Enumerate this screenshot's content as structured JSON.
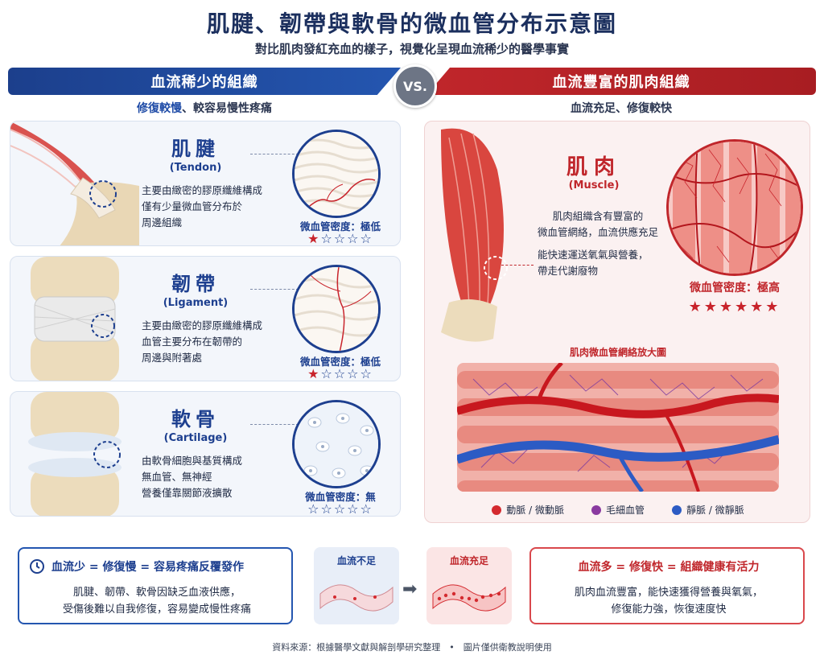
{
  "title": "肌腱、韌帶與軟骨的微血管分布示意圖",
  "subtitle": "對比肌肉發紅充血的樣子，視覺化呈現血流稀少的醫學事實",
  "left_banner": {
    "title": "血流稀少的組織",
    "sub_blue": "修復較慢",
    "sub_rest": "、較容易慢性疼痛"
  },
  "vs_label": "VS.",
  "right_banner": {
    "title": "血流豐富的肌肉組織",
    "sub": "血流充足、修復較快"
  },
  "cards": [
    {
      "name": "肌腱",
      "en": "(Tendon)",
      "desc": [
        "主要由緻密的膠原纖維構成",
        "僅有少量微血管分布於",
        "周邊組織"
      ],
      "density": "微血管密度：極低",
      "stars_filled": 1,
      "stars_total": 5
    },
    {
      "name": "韌帶",
      "en": "(Ligament)",
      "desc": [
        "主要由緻密的膠原纖維構成",
        "血管主要分布在韌帶的",
        "周邊與附著處"
      ],
      "density": "微血管密度：極低",
      "stars_filled": 1,
      "stars_total": 5
    },
    {
      "name": "軟骨",
      "en": "(Cartilage)",
      "desc": [
        "由軟骨細胞與基質構成",
        "無血管、無神經",
        "營養僅靠關節液擴散"
      ],
      "density": "微血管密度：無",
      "stars_filled": 0,
      "stars_total": 5
    }
  ],
  "muscle": {
    "name": "肌肉",
    "en": "(Muscle)",
    "desc1": [
      "肌肉組織含有豐富的",
      "微血管網絡，血流供應充足"
    ],
    "desc2": [
      "能快速運送氧氣與營養，",
      "帶走代謝廢物"
    ],
    "density": "微血管密度：極高",
    "stars_filled": 6,
    "zoom_title": "肌肉微血管網絡放大圖",
    "legend": [
      {
        "label": "動脈 / 微動脈",
        "color": "#d42a2f"
      },
      {
        "label": "毛細血管",
        "color": "#8a3aa0"
      },
      {
        "label": "靜脈 / 微靜脈",
        "color": "#2c5bc4"
      }
    ]
  },
  "bottom_left": {
    "head": "血流少 = 修復慢 = 容易疼痛反覆發作",
    "body": [
      "肌腱、韌帶、軟骨因缺乏血液供應，",
      "受傷後難以自我修復，容易變成慢性疼痛"
    ]
  },
  "flow_low": "血流不足",
  "flow_high": "血流充足",
  "bottom_right": {
    "head": "血流多 = 修復快 = 組織健康有活力",
    "body": [
      "肌肉血流豐富，能快速獲得營養與氧氣，",
      "修復能力強，恢復速度快"
    ]
  },
  "footer": "資料來源：根據醫學文獻與解剖學研究整理　•　圖片僅供衛教說明使用",
  "colors": {
    "blue": "#1d3f8f",
    "red": "#c0262b"
  },
  "icons": [
    "clock-icon",
    "arrow-right-icon",
    "star-icon"
  ]
}
